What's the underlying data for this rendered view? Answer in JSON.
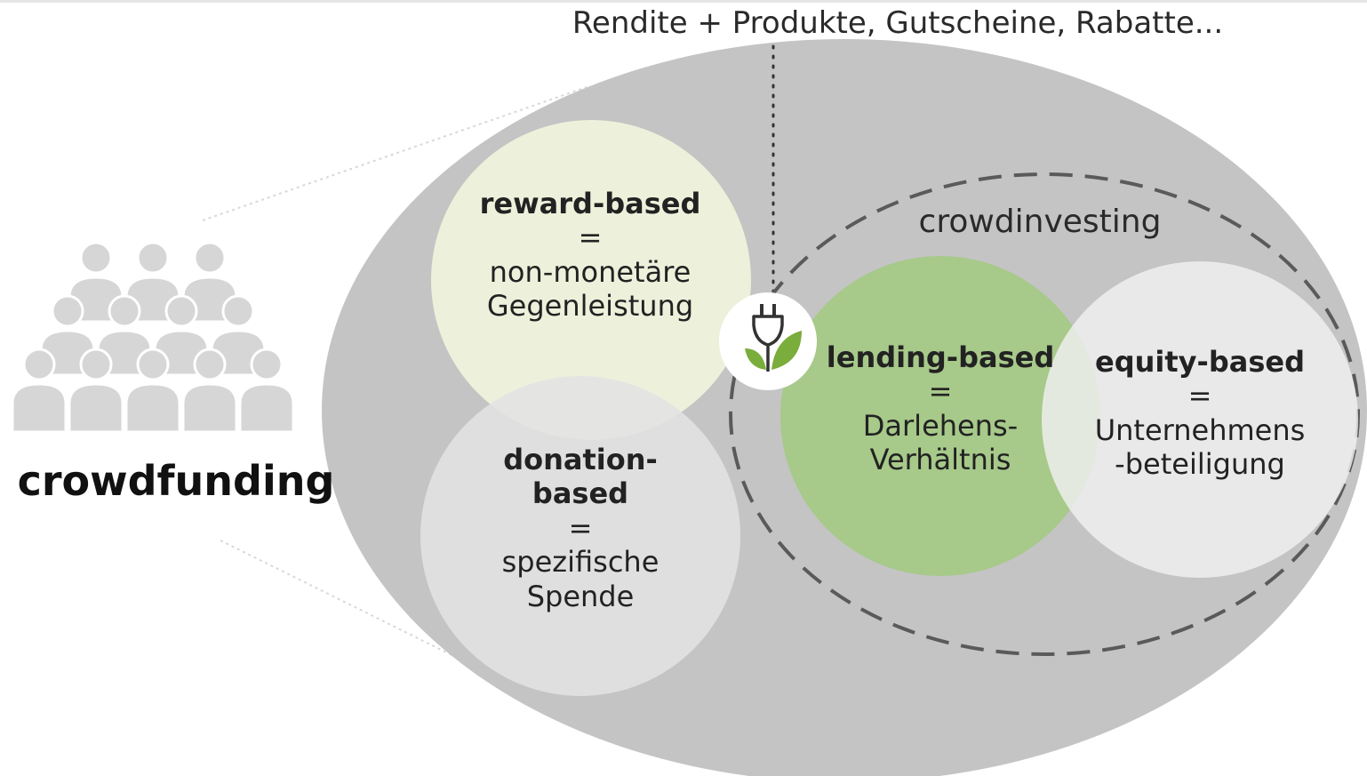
{
  "diagram": {
    "top_label": "Rendite + Produkte, Gutscheine, Rabatte...",
    "title": "crowdfunding",
    "crowdinvesting_label": "crowdinvesting",
    "people_icon": "crowd-icon",
    "plug_icon": "plug-leaf-icon",
    "reward": {
      "title": "reward-based",
      "equals": "=",
      "line1": "non-monetäre",
      "line2": "Gegenleistung"
    },
    "donation": {
      "title1": "donation-",
      "title2": "based",
      "equals": "=",
      "line1": "spezifische",
      "line2": "Spende"
    },
    "lending": {
      "title": "lending-based",
      "equals": "=",
      "line1": "Darlehens-",
      "line2": "Verhältnis"
    },
    "equity": {
      "title": "equity-based",
      "equals": "=",
      "line1": "Unternehmens",
      "line2": "-beteiligung"
    }
  },
  "colors": {
    "outer_ellipse": "#c4c4c4",
    "reward_fill": "#eef2dc",
    "donation_fill": "#e3e3e3",
    "lending_fill": "#a7c98a",
    "equity_fill": "#efefef",
    "people": "#d6d6d6",
    "leaf": "#7aad3c",
    "text": "#222222"
  }
}
